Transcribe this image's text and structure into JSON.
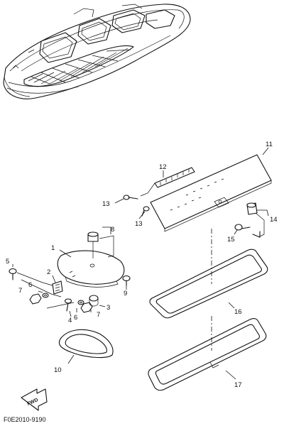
{
  "diagram_code": "F0E2010-9190",
  "fwd_label": "FWD",
  "callouts": {
    "c1": "1",
    "c2": "2",
    "c3": "3",
    "c4": "4",
    "c5": "5",
    "c6": "6",
    "c6b": "6",
    "c7": "7",
    "c7b": "7",
    "c8": "8",
    "c9": "9",
    "c10": "10",
    "c11": "11",
    "c12": "12",
    "c13a": "13",
    "c13b": "13",
    "c14": "14",
    "c15": "15",
    "c16": "16",
    "c17": "17"
  }
}
